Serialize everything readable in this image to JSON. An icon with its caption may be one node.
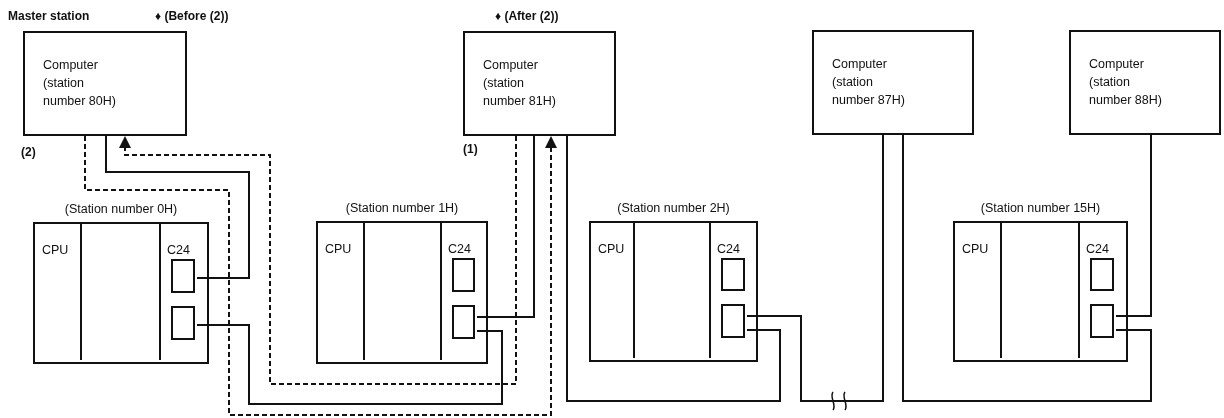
{
  "diagram": {
    "nodes": [
      {
        "text": [
          "Computer (station number 80H)"
        ],
        "beside": [
          "Master station",
          "♦ (Before (2))",
          "(2)"
        ]
      },
      {
        "text": [
          "Computer (station number 81H)"
        ],
        "beside": [
          "♦ (After (2))",
          "(1)"
        ]
      },
      {
        "text": [
          "Computer (station number 87H)"
        ]
      },
      {
        "text": [
          "Computer (station number 88H)"
        ]
      },
      {
        "text": [
          "(Station number 0H)"
        ]
      },
      {
        "text": [
          "CPU"
        ],
        "in": 4
      },
      {
        "text": [],
        "shape": "box",
        "in": 4
      },
      {
        "text": [
          "C24"
        ],
        "in": 4
      },
      {
        "text": [],
        "shape": "box",
        "in": 7
      },
      {
        "text": [],
        "shape": "box",
        "in": 7
      },
      {
        "text": [
          "(Station number 1H)"
        ]
      },
      {
        "text": [
          "CPU"
        ],
        "in": 10
      },
      {
        "text": [],
        "shape": "box",
        "in": 10
      },
      {
        "text": [
          "C24"
        ],
        "in": 10
      },
      {
        "text": [],
        "shape": "box",
        "in": 13
      },
      {
        "text": [],
        "shape": "box",
        "in": 13
      },
      {
        "text": [
          "(Station number 2H)"
        ]
      },
      {
        "text": [
          "CPU"
        ],
        "in": 16
      },
      {
        "text": [],
        "shape": "box",
        "in": 16
      },
      {
        "text": [
          "C24"
        ],
        "in": 16
      },
      {
        "text": [],
        "shape": "box",
        "in": 19
      },
      {
        "text": [],
        "shape": "box",
        "in": 19
      },
      {
        "text": [
          "(Station number 15H)"
        ]
      },
      {
        "text": [
          "CPU"
        ],
        "in": 22
      },
      {
        "text": [],
        "shape": "box",
        "in": 22
      },
      {
        "text": [
          "C24"
        ],
        "in": 22
      },
      {
        "text": [],
        "shape": "box",
        "in": 25
      },
      {
        "text": [],
        "shape": "box",
        "in": 25
      }
    ],
    "edges": [
      {
        "from": 0,
        "to": 8,
        "arrow": "none"
      },
      {
        "from": 0,
        "to": 1,
        "arrow": "to",
        "style": "dashed"
      },
      {
        "from": 1,
        "to": 0,
        "arrow": "to",
        "style": "dashed"
      },
      {
        "from": 9,
        "to": 15,
        "arrow": "none"
      },
      {
        "from": 1,
        "to": 15,
        "arrow": "none"
      },
      {
        "from": 1,
        "to": 21,
        "arrow": "none"
      },
      {
        "from": 21,
        "to": 2,
        "arrow": "none"
      },
      {
        "from": 2,
        "to": 27,
        "arrow": "none"
      },
      {
        "from": 3,
        "to": 27,
        "arrow": "none"
      }
    ]
  }
}
